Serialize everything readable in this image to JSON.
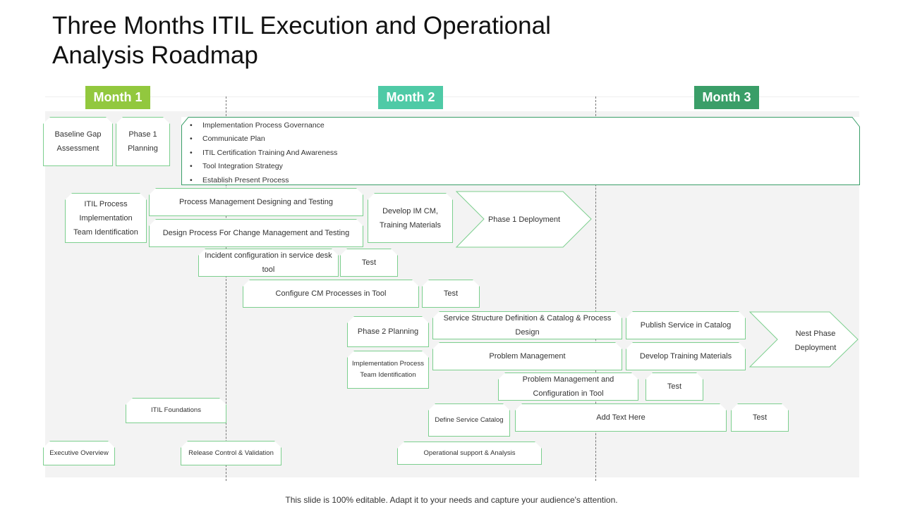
{
  "title": "Three Months ITIL Execution and Operational Analysis Roadmap",
  "months": [
    {
      "label": "Month 1",
      "color": "#92c83e"
    },
    {
      "label": "Month 2",
      "color": "#4fcaa6"
    },
    {
      "label": "Month 3",
      "color": "#3a9e68"
    }
  ],
  "bullets": [
    "Implementation  Process Governance",
    "Communicate  Plan",
    "ITIL  Certification Training  And Awareness",
    "Tool Integration Strategy",
    "Establish Present Process"
  ],
  "boxes": {
    "baseline_gap": "Baseline Gap Assessment",
    "phase1_planning": "Phase 1 Planning",
    "itil_process_team": "ITIL  Process Implementation Team Identification",
    "process_mgmt": "Process Management  Designing and Testing",
    "design_change": "Design Process For Change Management and Testing",
    "develop_im": "Develop IM  CM, Training Materials",
    "phase1_deployment": "Phase 1 Deployment",
    "incident_config": "Incident configuration in service desk tool",
    "test1": "Test",
    "configure_cm": "Configure CM  Processes in Tool",
    "test2": "Test",
    "phase2_planning": "Phase 2 Planning",
    "service_structure": "Service Structure Definition & Catalog & Process Design",
    "publish_service": "Publish Service in Catalog",
    "nest_phase": "Nest Phase Deployment",
    "impl_process_team": "Implementation Process Team Identification",
    "problem_mgmt": "Problem Management",
    "develop_training": "Develop Training Materials",
    "problem_mgmt_config": "Problem Management and Configuration in Tool",
    "test3": "Test",
    "itil_foundations": "ITIL Foundations",
    "define_service": "Define Service Catalog",
    "add_text": "Add Text Here",
    "test4": "Test",
    "executive_overview": "Executive Overview",
    "release_control": "Release Control & Validation",
    "operational_support": "Operational support & Analysis"
  },
  "footer": "This slide is 100% editable. Adapt it to your needs and capture your audience's attention."
}
